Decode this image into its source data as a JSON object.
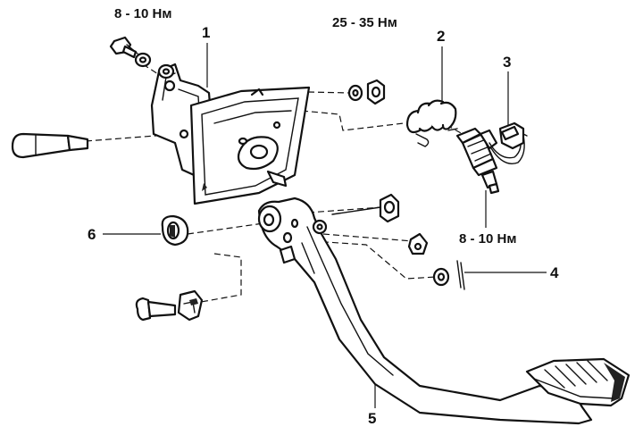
{
  "callouts": {
    "c1": "1",
    "c2": "2",
    "c3": "3",
    "c4": "4",
    "c5": "5",
    "c6": "6"
  },
  "torques": {
    "bolt_top": "8 - 10 Нм",
    "nut_top": "25 - 35 Нм",
    "switch": "8 - 10 Нм"
  },
  "colors": {
    "ink": "#111111",
    "paper": "#ffffff"
  }
}
